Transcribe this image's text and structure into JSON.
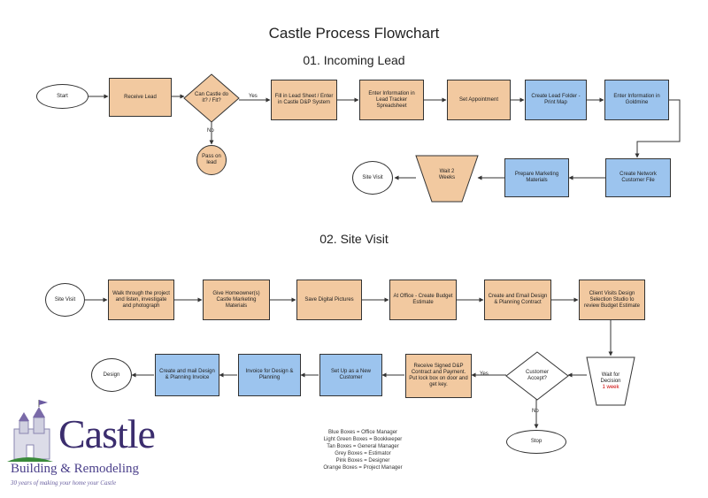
{
  "title": "Castle Process Flowchart",
  "section1": "01. Incoming Lead",
  "section2": "02. Site Visit",
  "nodes": {
    "start": "Start",
    "receive_lead": "Receive Lead",
    "can_castle": "Can Castle do it? / Fit?",
    "pass_on": "Pass on lead",
    "fill_lead_sheet": "Fill in Lead Sheet / Enter in Castle D&P System",
    "enter_tracker": "Enter Information in Lead Tracker Spreadsheet",
    "set_appt": "Set Appointment",
    "create_folder": "Create Lead Folder - Print Map",
    "goldmine": "Enter Information in Goldmine",
    "network_file": "Create Network Customer File",
    "marketing_materials": "Prepare Marketing Materials",
    "wait2": "Wait 2 Weeks",
    "site_visit_1": "Site Visit",
    "site_visit_2": "Site Visit",
    "walk_through": "Walk through the project and listen, investigate and photograph",
    "give_marketing": "Give Homeowner(s) Castle Marketing Materials",
    "save_pictures": "Save Digital Pictures",
    "budget_estimate": "At Office - Create Budget Estimate",
    "email_contract": "Create and Email Design & Planning Contract",
    "studio_review": "Client Visits Design Selection Studio to review Budget Estimate",
    "wait_decision": "Wait for Decision",
    "wait_decision_time": "1 week",
    "customer_accept": "Customer Accept?",
    "stop": "Stop",
    "receive_signed": "Receive Signed D&P Contract and Payment. Put lock box on door and get key.",
    "setup_customer": "Set Up as a New Customer",
    "invoice": "Invoice for Design & Planning",
    "mail_invoice": "Create and mail Design & Planning Invoice",
    "design": "Design"
  },
  "edge_labels": {
    "yes1": "Yes",
    "no1": "No",
    "yes2": "Yes",
    "no2": "No"
  },
  "legend": [
    "Blue Boxes = Office Manager",
    "Light Green Boxes = Bookkeeper",
    "Tan Boxes = General Manager",
    "Grey Boxes = Estimator",
    "Pink Boxes = Designer",
    "Orange Boxes = Project Manager"
  ],
  "logo": {
    "name": "Castle",
    "subtitle": "Building & Remodeling",
    "tagline": "30 years of making your home your Castle"
  },
  "colors": {
    "tan": "#f2c9a0",
    "blue": "#9cc4ee",
    "logo": "#3b2d6e",
    "highlight": "#cc0000"
  }
}
